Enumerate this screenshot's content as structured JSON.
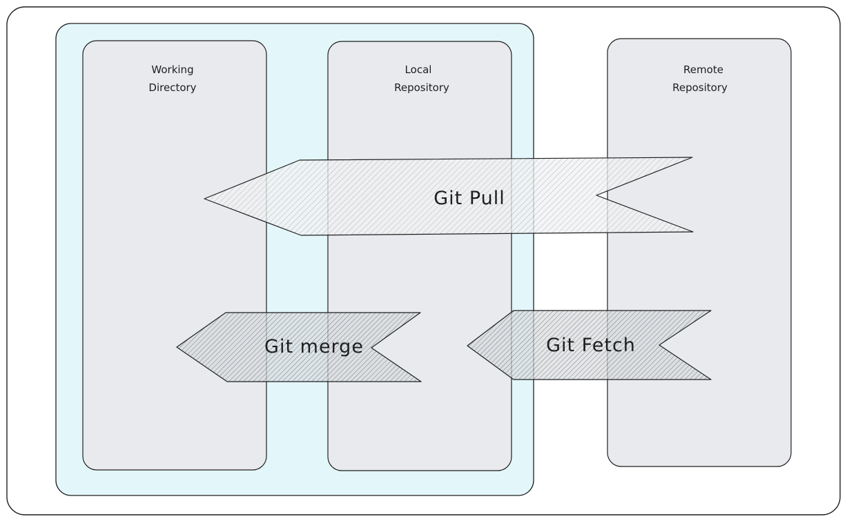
{
  "columns": {
    "working": {
      "line1": "Working",
      "line2": "Directory"
    },
    "local": {
      "line1": "Local",
      "line2": "Repository"
    },
    "remote": {
      "line1": "Remote",
      "line2": "Repository"
    }
  },
  "arrows": {
    "pull": "Git Pull",
    "merge": "Git merge",
    "fetch": "Git Fetch"
  },
  "colors": {
    "frame_stroke": "#1e1e1e",
    "local_area_fill": "#e3f7fa",
    "column_fill": "#e8eaed",
    "pull_hatch": "#aeb2b6",
    "merge_hatch": "#5c6066",
    "fetch_hatch": "#5c6066"
  }
}
